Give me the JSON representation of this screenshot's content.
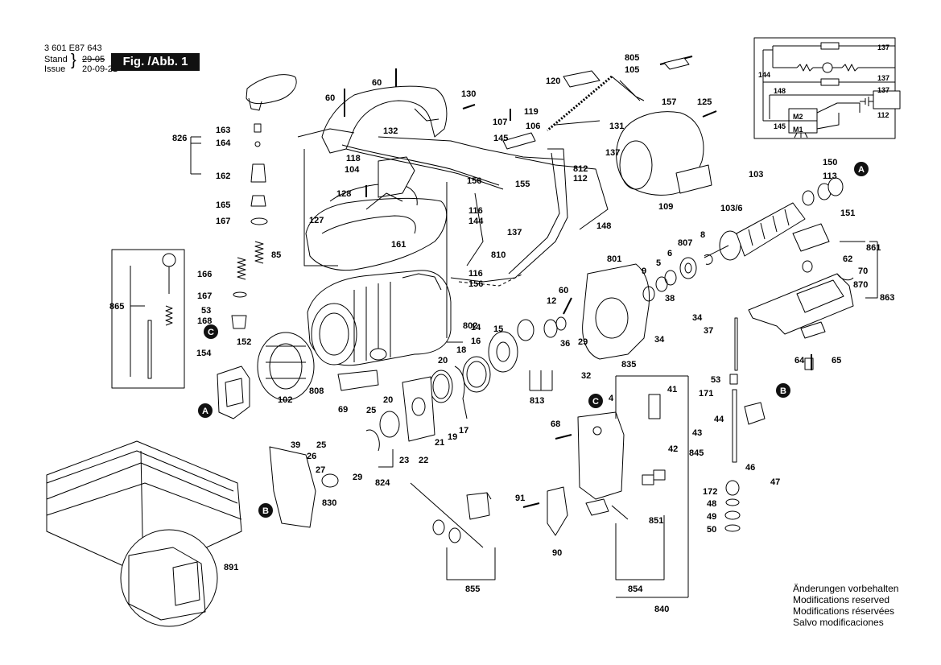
{
  "header": {
    "part_number": "3 601 E87 643",
    "stand_label": "Stand",
    "issue_label": "Issue",
    "old_date": "29-05",
    "issue_date": "20-09-21",
    "figure_label": "Fig. /Abb. 1"
  },
  "notes": {
    "de": "Änderungen vorbehalten",
    "en": "Modifications reserved",
    "fr": "Modifications réservées",
    "es": "Salvo modificaciones"
  },
  "markers": {
    "a": "A",
    "b": "B",
    "c": "C"
  },
  "wiring_labels": [
    "137",
    "137",
    "137",
    "144",
    "148",
    "M2",
    "145",
    "M1",
    "112"
  ],
  "part_labels": [
    "826",
    "163",
    "164",
    "162",
    "165",
    "167",
    "85",
    "60",
    "60",
    "130",
    "119",
    "107",
    "106",
    "132",
    "118",
    "104",
    "128",
    "127",
    "161",
    "120",
    "805",
    "105",
    "131",
    "137",
    "145",
    "157",
    "125",
    "109",
    "156",
    "155",
    "116",
    "144",
    "812",
    "112",
    "148",
    "137",
    "810",
    "116",
    "156",
    "103",
    "103/6",
    "113",
    "150",
    "151",
    "807",
    "8",
    "6",
    "5",
    "9",
    "861",
    "62",
    "70",
    "870",
    "863",
    "801",
    "60",
    "12",
    "38",
    "36",
    "29",
    "34",
    "37",
    "34",
    "835",
    "32",
    "14",
    "865",
    "166",
    "167",
    "53",
    "168",
    "152",
    "154",
    "102",
    "808",
    "802",
    "15",
    "16",
    "18",
    "20",
    "813",
    "20",
    "25",
    "69",
    "25",
    "26",
    "27",
    "29",
    "830",
    "824",
    "39",
    "23",
    "22",
    "21",
    "19",
    "17",
    "4",
    "41",
    "43",
    "42",
    "171",
    "53",
    "44",
    "845",
    "46",
    "47",
    "64",
    "65",
    "68",
    "91",
    "90",
    "172",
    "48",
    "49",
    "50",
    "851",
    "855",
    "854",
    "840",
    "891"
  ]
}
